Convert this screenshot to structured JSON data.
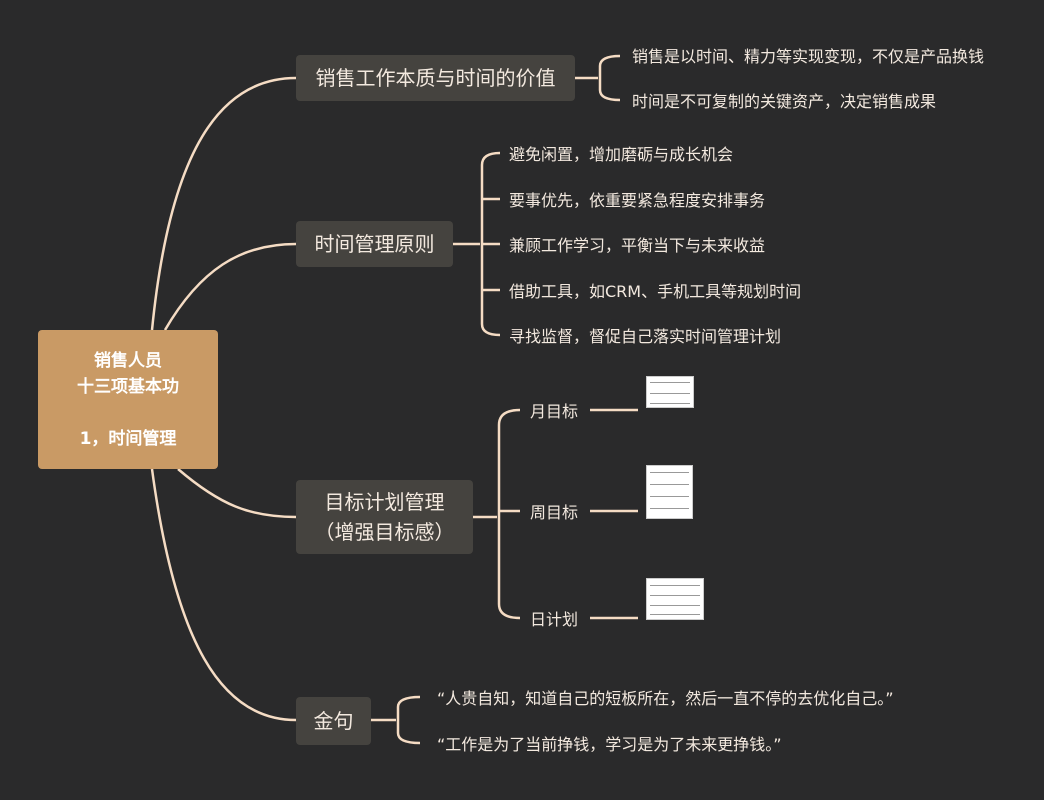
{
  "root": {
    "line1": "销售人员",
    "line2": "十三项基本功",
    "line3": "1，时间管理"
  },
  "branches": [
    {
      "label": "销售工作本质与时间的价值",
      "children": [
        "销售是以时间、精力等实现变现，不仅是产品换钱",
        "时间是不可复制的关键资产，决定销售成果"
      ]
    },
    {
      "label": "时间管理原则",
      "children": [
        "避免闲置，增加磨砺与成长机会",
        "要事优先，依重要紧急程度安排事务",
        "兼顾工作学习，平衡当下与未来收益",
        "借助工具，如CRM、手机工具等规划时间",
        "寻找监督，督促自己落实时间管理计划"
      ]
    },
    {
      "label_line1": "目标计划管理",
      "label_line2": "（增强目标感）",
      "children": [
        "月目标",
        "周目标",
        "日计划"
      ]
    },
    {
      "label": "金句",
      "children": [
        "“人贵自知，知道自己的短板所在，然后一直不停的去优化自己。”",
        "“工作是为了当前挣钱，学习是为了未来更挣钱。”"
      ]
    }
  ],
  "colors": {
    "background": "#2a2a2b",
    "root": "#c99a65",
    "node": "#45433f",
    "line": "#f5dcc4"
  }
}
